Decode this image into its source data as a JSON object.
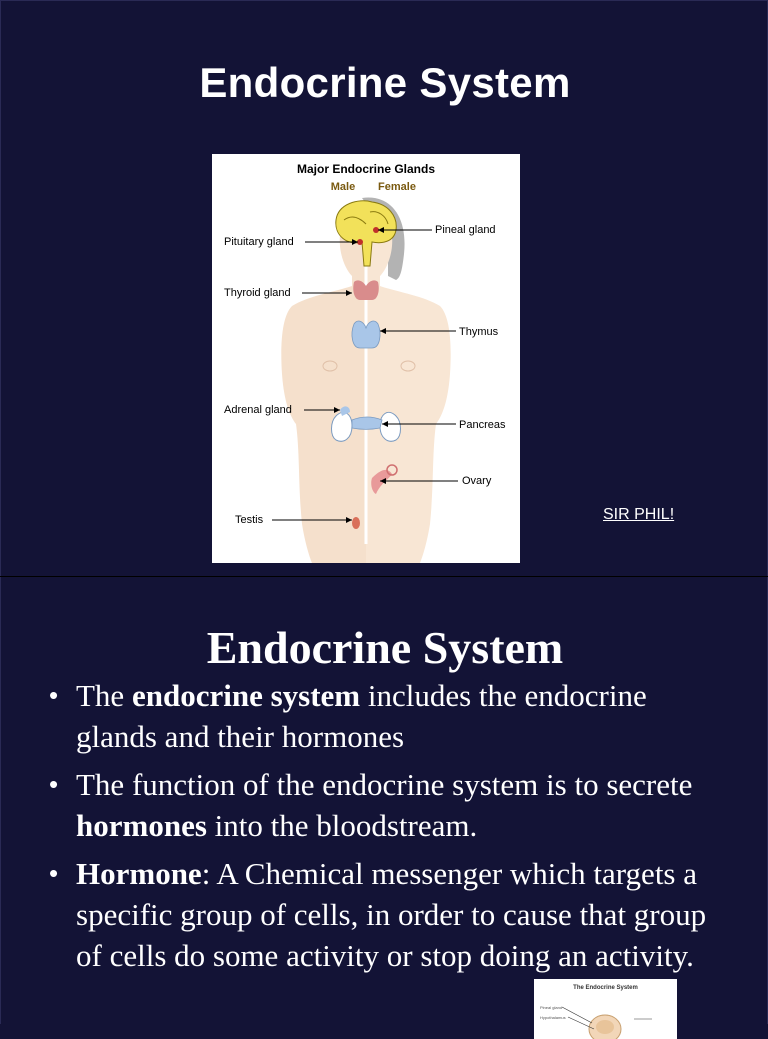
{
  "slide1": {
    "title": "Endocrine System",
    "figure": {
      "title": "Major Endocrine Glands",
      "label_male": "Male",
      "label_female": "Female",
      "labels": {
        "pituitary": "Pituitary gland",
        "thyroid": "Thyroid gland",
        "adrenal": "Adrenal gland",
        "testis": "Testis",
        "pineal": "Pineal gland",
        "thymus": "Thymus",
        "pancreas": "Pancreas",
        "ovary": "Ovary"
      }
    },
    "link": "SIR PHIL!"
  },
  "slide2": {
    "title": "Endocrine System",
    "bullets": [
      {
        "pre": "The ",
        "bold": "endocrine system",
        "post": " includes the endocrine glands and their hormones"
      },
      {
        "pre": "The function of the endocrine system is to secrete ",
        "bold": "hormones",
        "post": " into the bloodstream."
      },
      {
        "pre": "",
        "bold": "Hormone",
        "post": ": A Chemical messenger which targets a specific group of cells, in order to cause that group of cells do some activity or stop doing an activity."
      }
    ],
    "thumbnail": {
      "title": "The Endocrine System",
      "line1": "Pineal gland",
      "line2": "Hypothalamus"
    }
  },
  "colors": {
    "background": "#131336",
    "text": "#ffffff",
    "body_skin": "#f5e0cc",
    "brain": "#f2e15a",
    "thyroid": "#d98c8c",
    "thymus": "#a9c6e8",
    "label_brown": "#7a5a10"
  }
}
